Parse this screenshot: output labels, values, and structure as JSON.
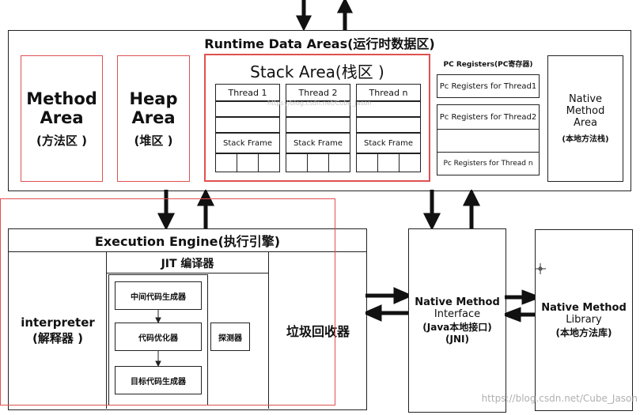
{
  "runtime": {
    "title": "Runtime Data Areas(运行时数据区)",
    "method_area": {
      "line1": "Method",
      "line2": "Area",
      "line3": "(方法区 )"
    },
    "heap_area": {
      "line1": "Heap",
      "line2": "Area",
      "line3": "(堆区 )"
    },
    "stack_area": {
      "title": "Stack Area(栈区 )",
      "threads": [
        "Thread 1",
        "Thread 2",
        "Thread n"
      ],
      "frame_label": "Stack Frame",
      "watermark": "https://blog.csdn.net/Cube_Jason"
    },
    "pc_registers": {
      "title": "PC Registers(PC寄存器)",
      "items": [
        "Pc Registers for Thread1",
        "Pc Registers for Thread2",
        "Pc Registers for Thread n"
      ]
    },
    "native_method_area": {
      "line1": "Native",
      "line2": "Method",
      "line3": "Area",
      "line4": "(本地方法栈)"
    }
  },
  "execution_engine": {
    "title": "Execution Engine(执行引擎)",
    "interpreter": {
      "line1": "interpreter",
      "line2": "(解释器 )"
    },
    "jit": {
      "title": "JIT 编译器",
      "steps": [
        "中间代码生成器",
        "代码优化器",
        "目标代码生成器"
      ],
      "probe": "探测器"
    },
    "gc": "垃圾回收器"
  },
  "jni": {
    "line1": "Native Method",
    "line2": "Interface",
    "line3": "(Java本地接口)",
    "line4": "(JNI)"
  },
  "native_library": {
    "line1": "Native Method",
    "line2": "Library",
    "line3": "(本地方法库)"
  },
  "watermark": "https://blog.csdn.net/Cube_Jason",
  "colors": {
    "outline": "#222222",
    "accent_red": "#e05050"
  }
}
